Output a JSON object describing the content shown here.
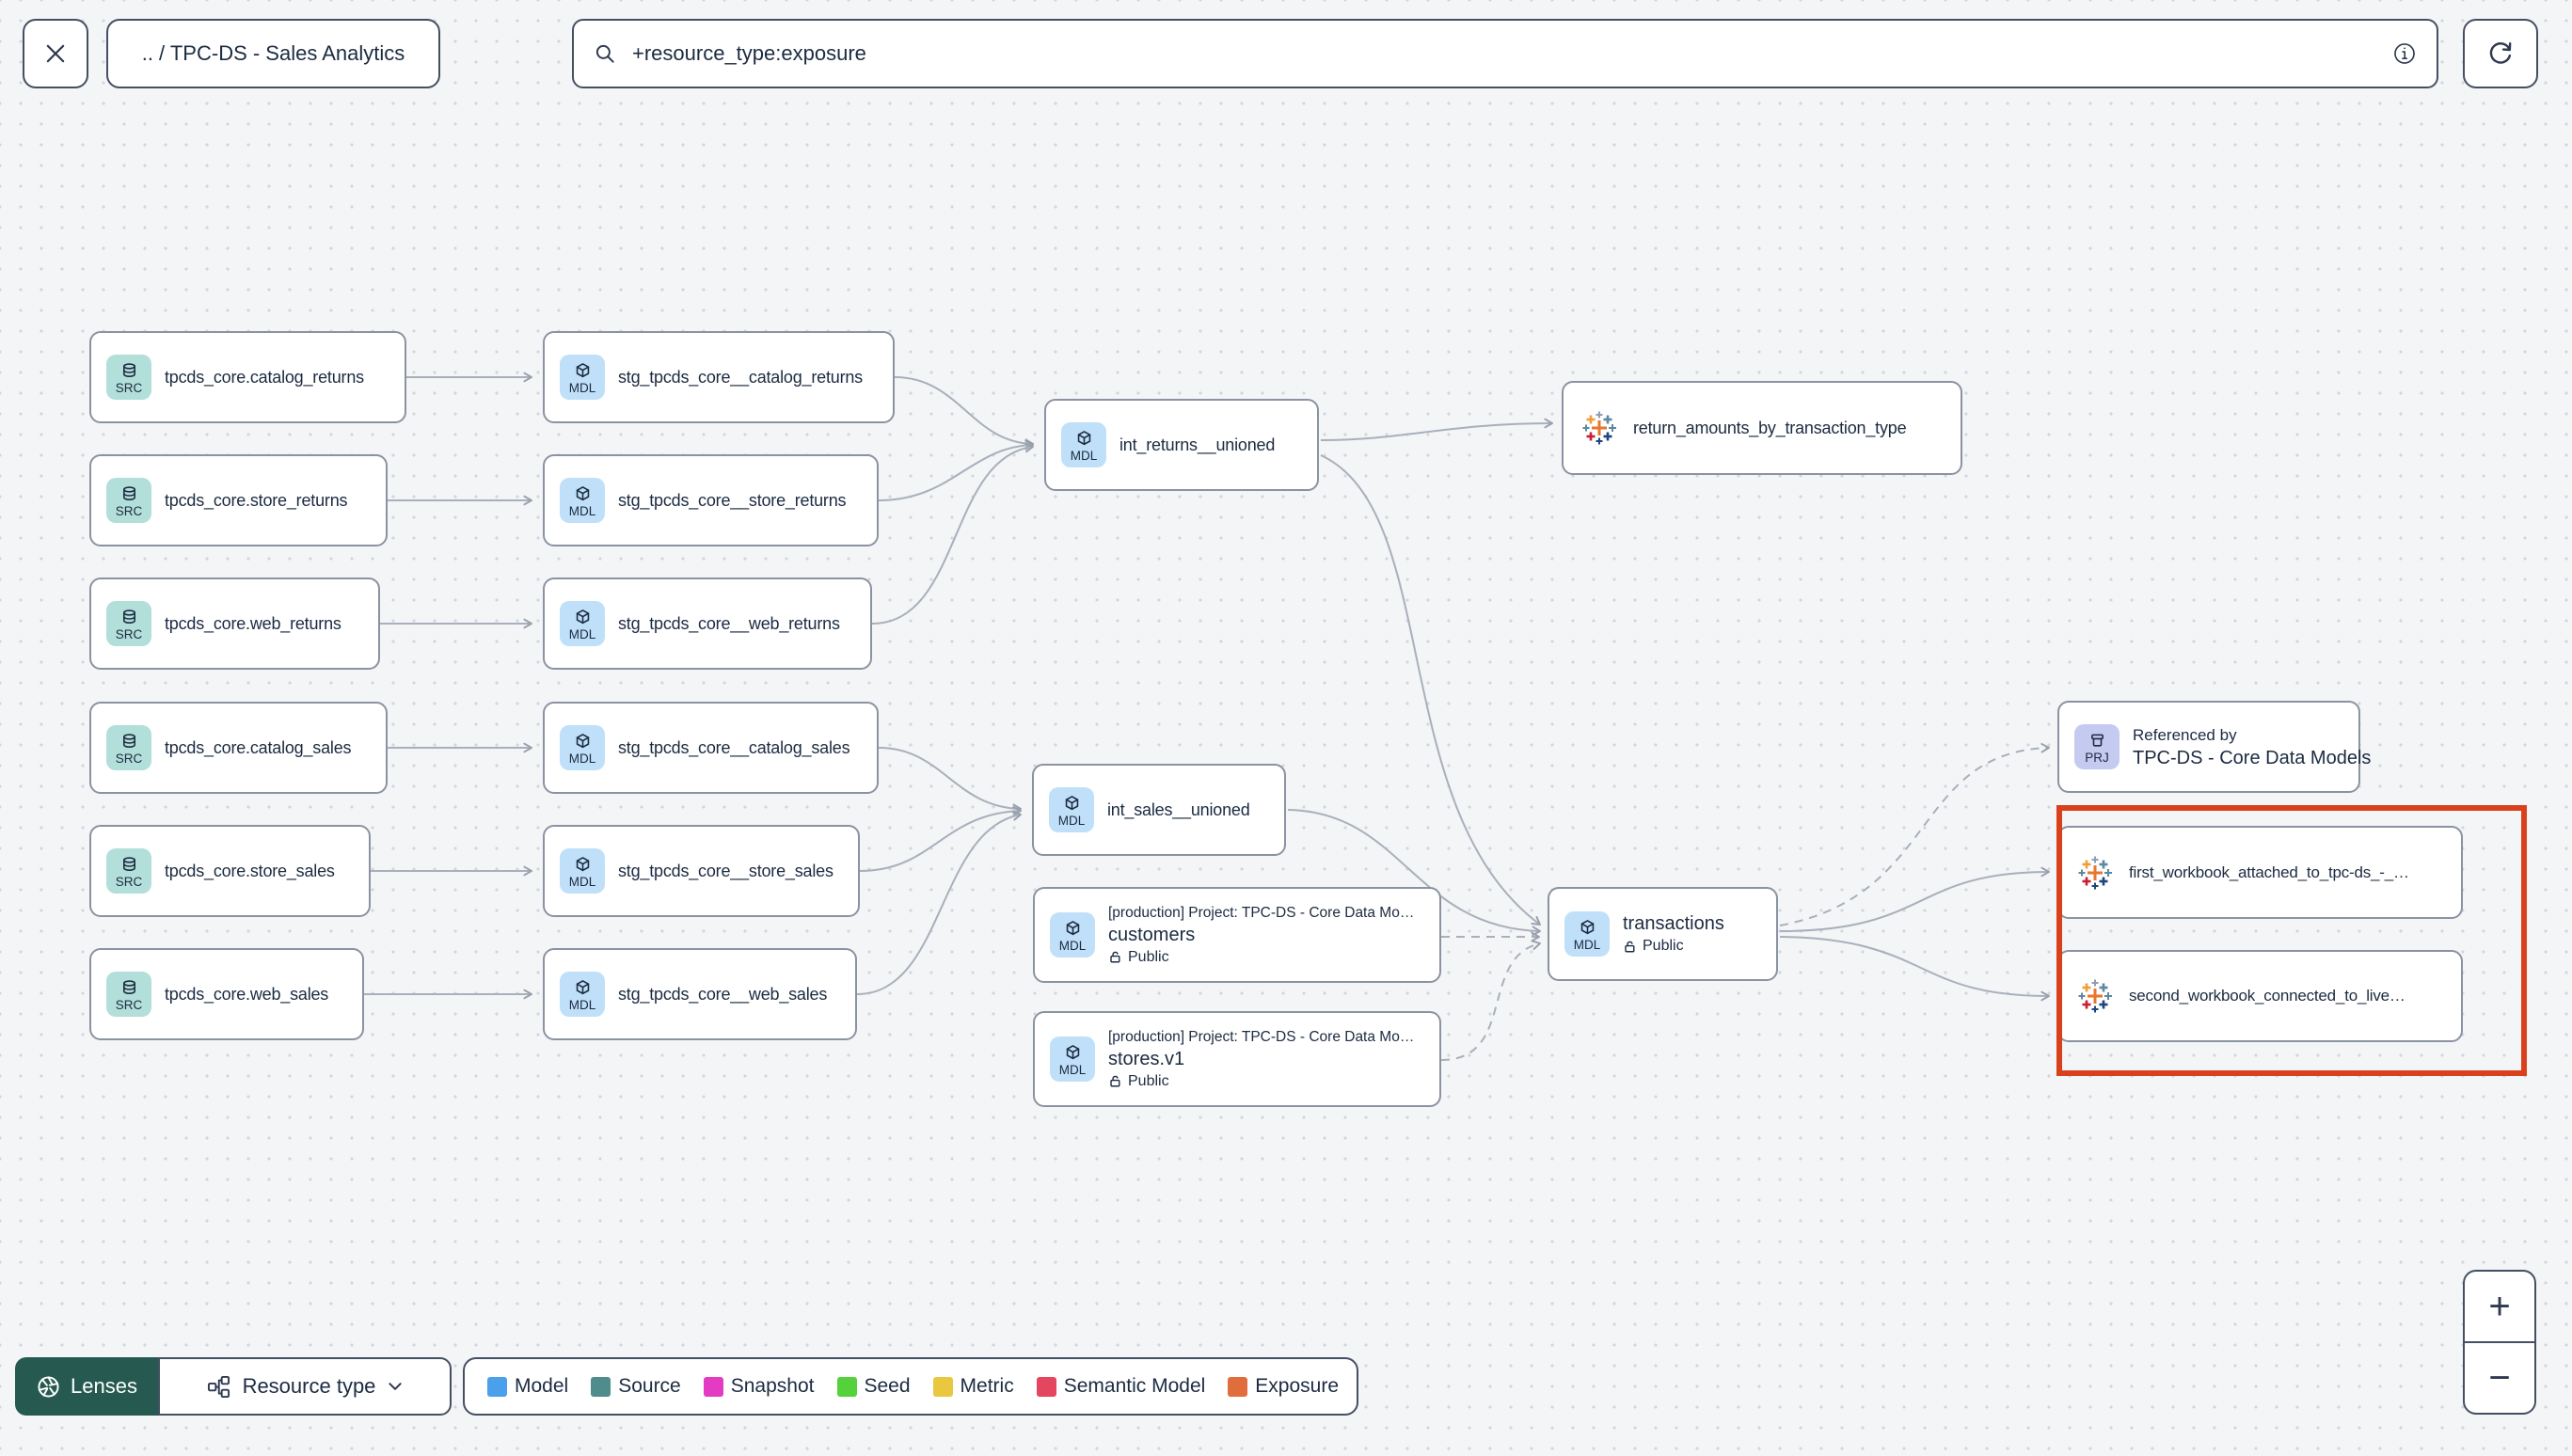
{
  "header": {
    "breadcrumb": ".. / TPC-DS - Sales Analytics",
    "search": {
      "value": "+resource_type:exposure"
    }
  },
  "graph": {
    "badges": {
      "source": "SRC",
      "model": "MDL",
      "project": "PRJ"
    },
    "sources": [
      {
        "label": "tpcds_core.catalog_returns"
      },
      {
        "label": "tpcds_core.store_returns"
      },
      {
        "label": "tpcds_core.web_returns"
      },
      {
        "label": "tpcds_core.catalog_sales"
      },
      {
        "label": "tpcds_core.store_sales"
      },
      {
        "label": "tpcds_core.web_sales"
      }
    ],
    "staging": [
      {
        "label": "stg_tpcds_core__catalog_returns"
      },
      {
        "label": "stg_tpcds_core__store_returns"
      },
      {
        "label": "stg_tpcds_core__web_returns"
      },
      {
        "label": "stg_tpcds_core__catalog_sales"
      },
      {
        "label": "stg_tpcds_core__store_sales"
      },
      {
        "label": "stg_tpcds_core__web_sales"
      }
    ],
    "models": {
      "int_returns": {
        "label": "int_returns__unioned"
      },
      "int_sales": {
        "label": "int_sales__unioned"
      },
      "customers": {
        "context": "[production] Project: TPC-DS - Core Data Mo…",
        "label": "customers",
        "access": "Public"
      },
      "stores": {
        "context": "[production] Project: TPC-DS - Core Data Mo…",
        "label": "stores.v1",
        "access": "Public"
      },
      "transactions": {
        "label": "transactions",
        "access": "Public"
      }
    },
    "exposures": {
      "return_amounts": {
        "label": "return_amounts_by_transaction_type"
      },
      "workbook1": {
        "label": "first_workbook_attached_to_tpc-ds_-_…"
      },
      "workbook2": {
        "label": "second_workbook_connected_to_live…"
      }
    },
    "project_ref": {
      "title": "Referenced by",
      "label": "TPC-DS - Core Data Models"
    }
  },
  "footer": {
    "lenses_label": "Lenses",
    "resource_type_label": "Resource type",
    "legend": [
      {
        "label": "Model",
        "color": "#4ba0ec"
      },
      {
        "label": "Source",
        "color": "#4e8d8b"
      },
      {
        "label": "Snapshot",
        "color": "#e33cc2"
      },
      {
        "label": "Seed",
        "color": "#55d23b"
      },
      {
        "label": "Metric",
        "color": "#e9c73f"
      },
      {
        "label": "Semantic Model",
        "color": "#e5465f"
      },
      {
        "label": "Exposure",
        "color": "#e06e3c"
      }
    ]
  },
  "zoom_controls": {
    "zoom_in": "+",
    "zoom_out": "−"
  }
}
